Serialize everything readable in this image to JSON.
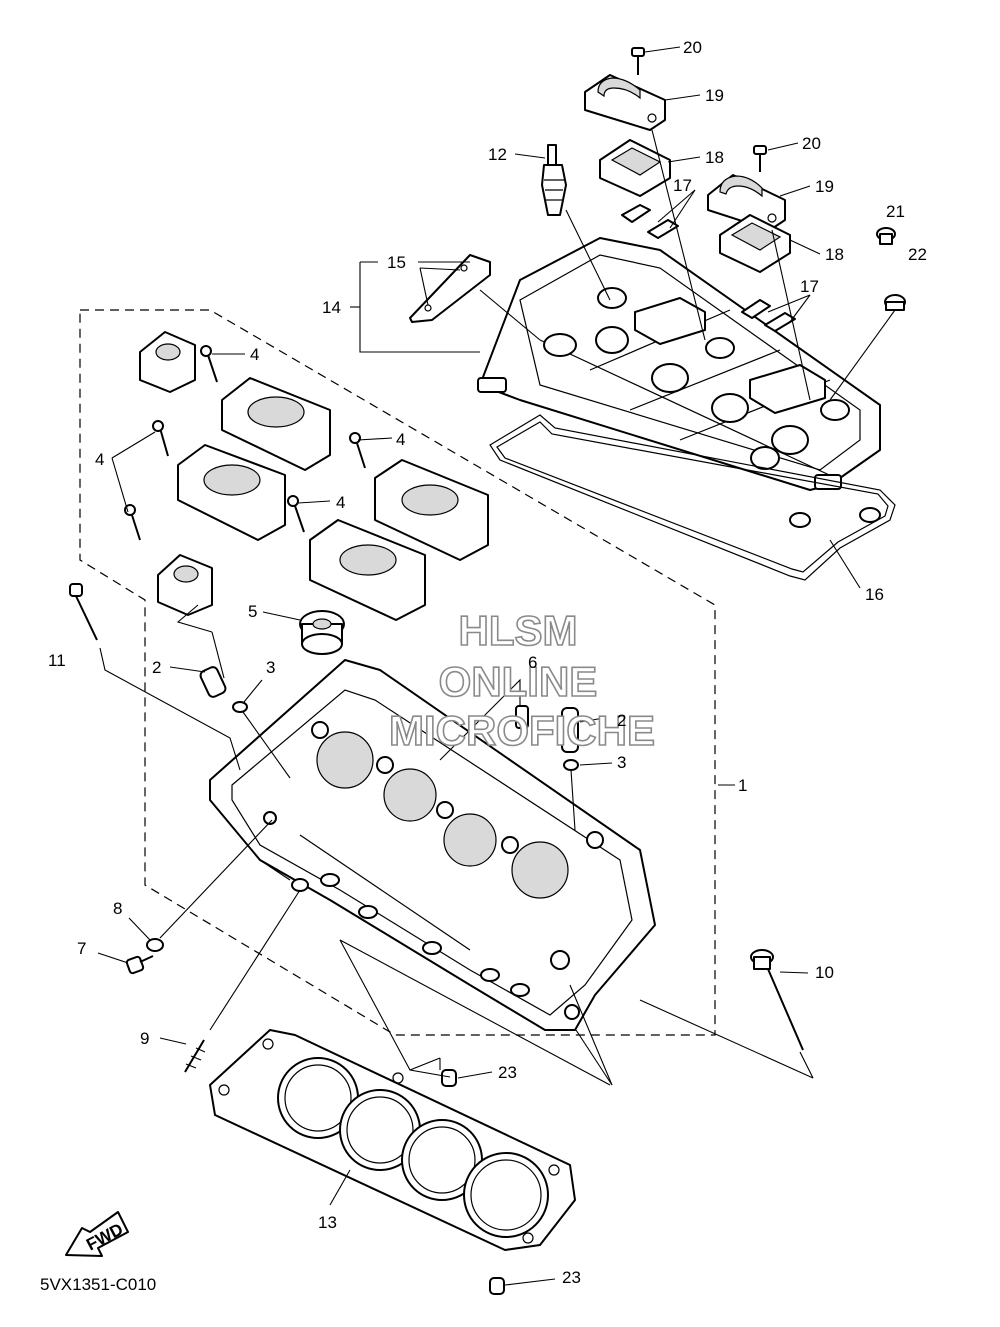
{
  "diagram": {
    "drawing_code": "5VX1351-C010",
    "fwd_label": "FWD",
    "watermark": {
      "line1": "HLSM",
      "line2": "ONLINE",
      "line3": "MICROFICHE"
    },
    "callouts": {
      "c1": "1",
      "c2a": "2",
      "c2b": "2",
      "c3a": "3",
      "c3b": "3",
      "c4a": "4",
      "c4b": "4",
      "c4c": "4",
      "c4d": "4",
      "c5": "5",
      "c6": "6",
      "c7": "7",
      "c8": "8",
      "c9": "9",
      "c10": "10",
      "c11": "11",
      "c12": "12",
      "c13": "13",
      "c14": "14",
      "c15": "15",
      "c16": "16",
      "c17a": "17",
      "c17b": "17",
      "c18a": "18",
      "c18b": "18",
      "c19a": "19",
      "c19b": "19",
      "c20a": "20",
      "c20b": "20",
      "c21": "21",
      "c22": "22",
      "c23a": "23",
      "c23b": "23"
    }
  }
}
